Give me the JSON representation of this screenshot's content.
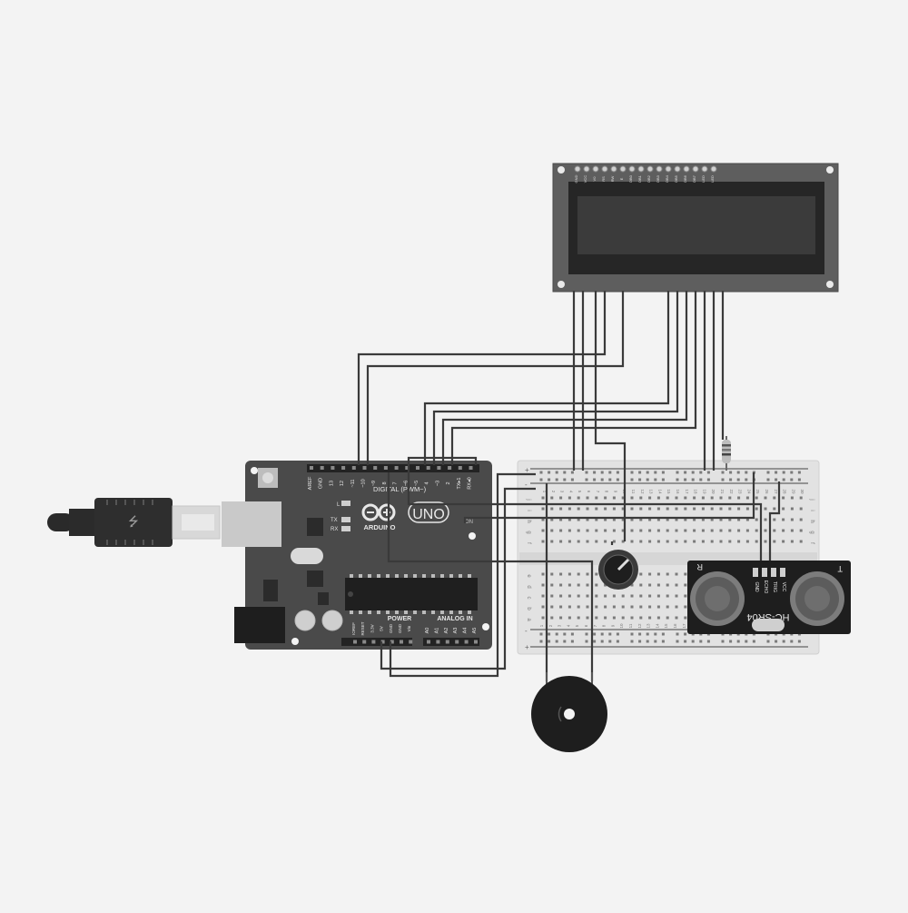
{
  "arduino": {
    "brand": "ARDUINO",
    "model": "UNO",
    "digital_label": "DIGITAL (PWM~)",
    "power_label": "POWER",
    "analog_label": "ANALOG IN",
    "led_l": "L",
    "led_tx": "TX",
    "led_rx": "RX",
    "on_label": "ON",
    "digital_pins": [
      "AREF",
      "GND",
      "13",
      "12",
      "~11",
      "~10",
      "~9",
      "8",
      "7",
      "~6",
      "~5",
      "4",
      "~3",
      "2",
      "TX▸1",
      "RX◂0"
    ],
    "power_pins": [
      "IOREF",
      "RESET",
      "3.3V",
      "5V",
      "GND",
      "GND",
      "Vin"
    ],
    "analog_pins": [
      "A0",
      "A1",
      "A2",
      "A3",
      "A4",
      "A5"
    ]
  },
  "lcd": {
    "pins": [
      "GND",
      "VCC",
      "V0",
      "RS",
      "RW",
      "E",
      "DB0",
      "DB1",
      "DB2",
      "DB3",
      "DB4",
      "DB5",
      "DB6",
      "DB7",
      "LED",
      "LED"
    ]
  },
  "breadboard": {
    "rows_top": [
      "j",
      "i",
      "h",
      "g",
      "f"
    ],
    "rows_bottom": [
      "e",
      "d",
      "c",
      "b",
      "a"
    ],
    "columns": [
      "1",
      "2",
      "3",
      "4",
      "5",
      "6",
      "7",
      "8",
      "9",
      "10",
      "11",
      "12",
      "13",
      "14",
      "15",
      "16",
      "17",
      "18",
      "19",
      "20",
      "21",
      "22",
      "23",
      "24",
      "25",
      "26",
      "27",
      "28",
      "29",
      "30"
    ],
    "plus": "+",
    "minus": "-"
  },
  "sensor": {
    "model": "HC-SR04",
    "pins": [
      "VCC",
      "TRIG",
      "ECHO",
      "GND"
    ],
    "mark_t": "T",
    "mark_r": "R"
  }
}
